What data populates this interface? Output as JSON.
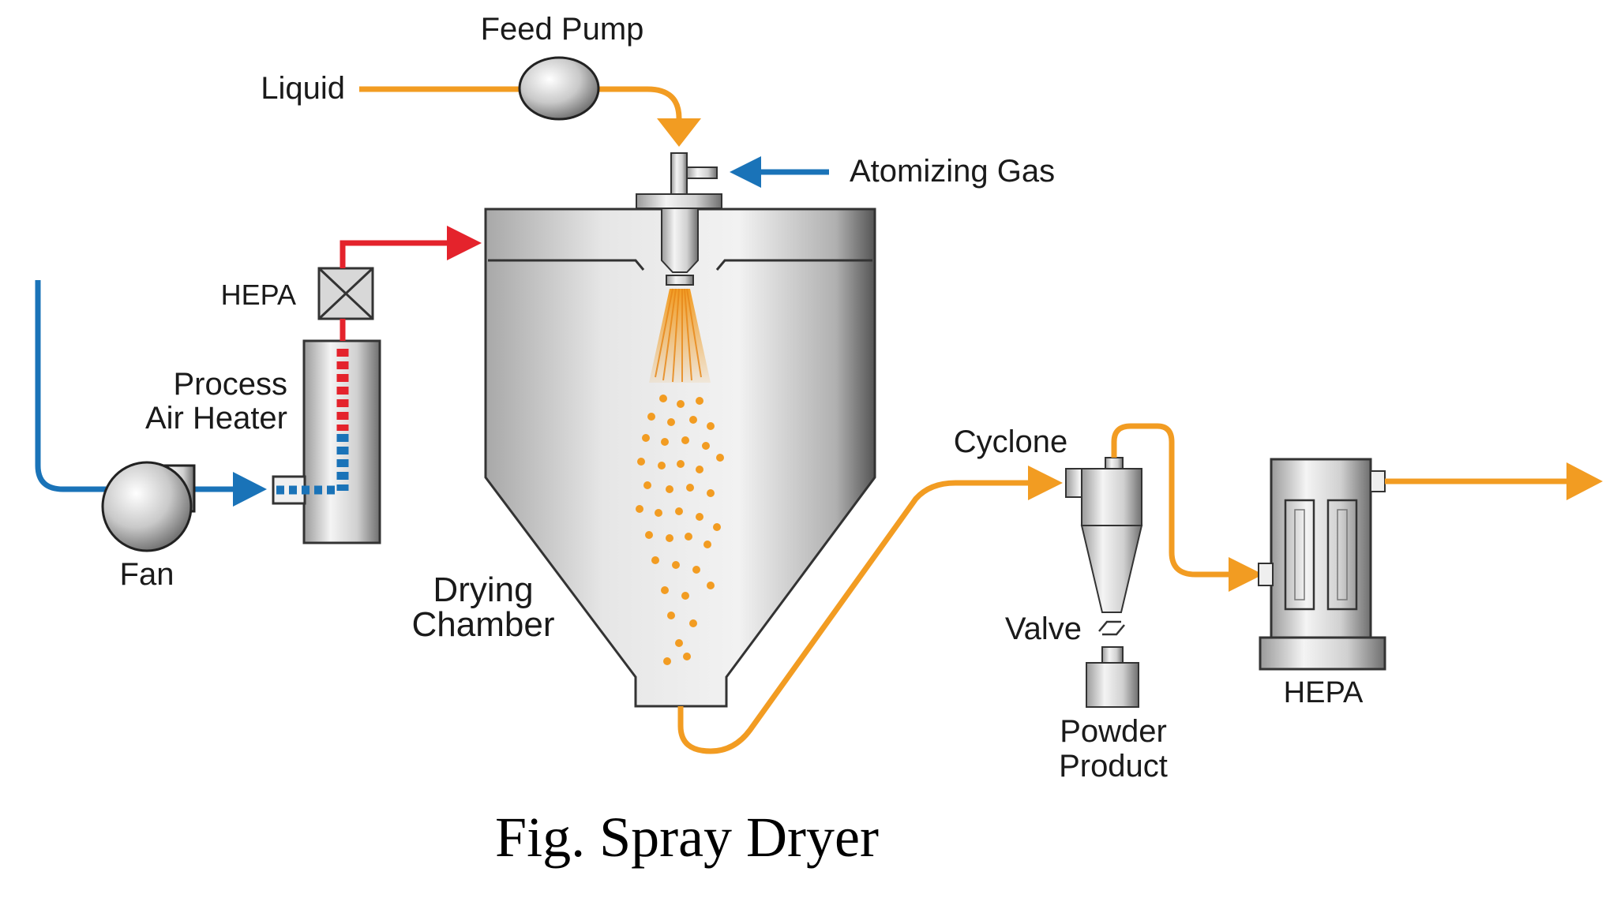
{
  "labels": {
    "feed_pump": "Feed Pump",
    "liquid": "Liquid",
    "atomizing_gas": "Atomizing Gas",
    "hepa_inlet": "HEPA",
    "process_air_heater_line1": "Process",
    "process_air_heater_line2": "Air Heater",
    "fan": "Fan",
    "drying_chamber_line1": "Drying",
    "drying_chamber_line2": "Chamber",
    "cyclone": "Cyclone",
    "valve": "Valve",
    "powder_product_line1": "Powder",
    "powder_product_line2": "Product",
    "hepa_outlet": "HEPA"
  },
  "caption": "Fig. Spray Dryer",
  "colors": {
    "liquid_flow": "#f29c22",
    "cold_air": "#1a73b8",
    "hot_air": "#e4232c",
    "equipment": "#c8c8c8",
    "spray": "#f29c22"
  }
}
